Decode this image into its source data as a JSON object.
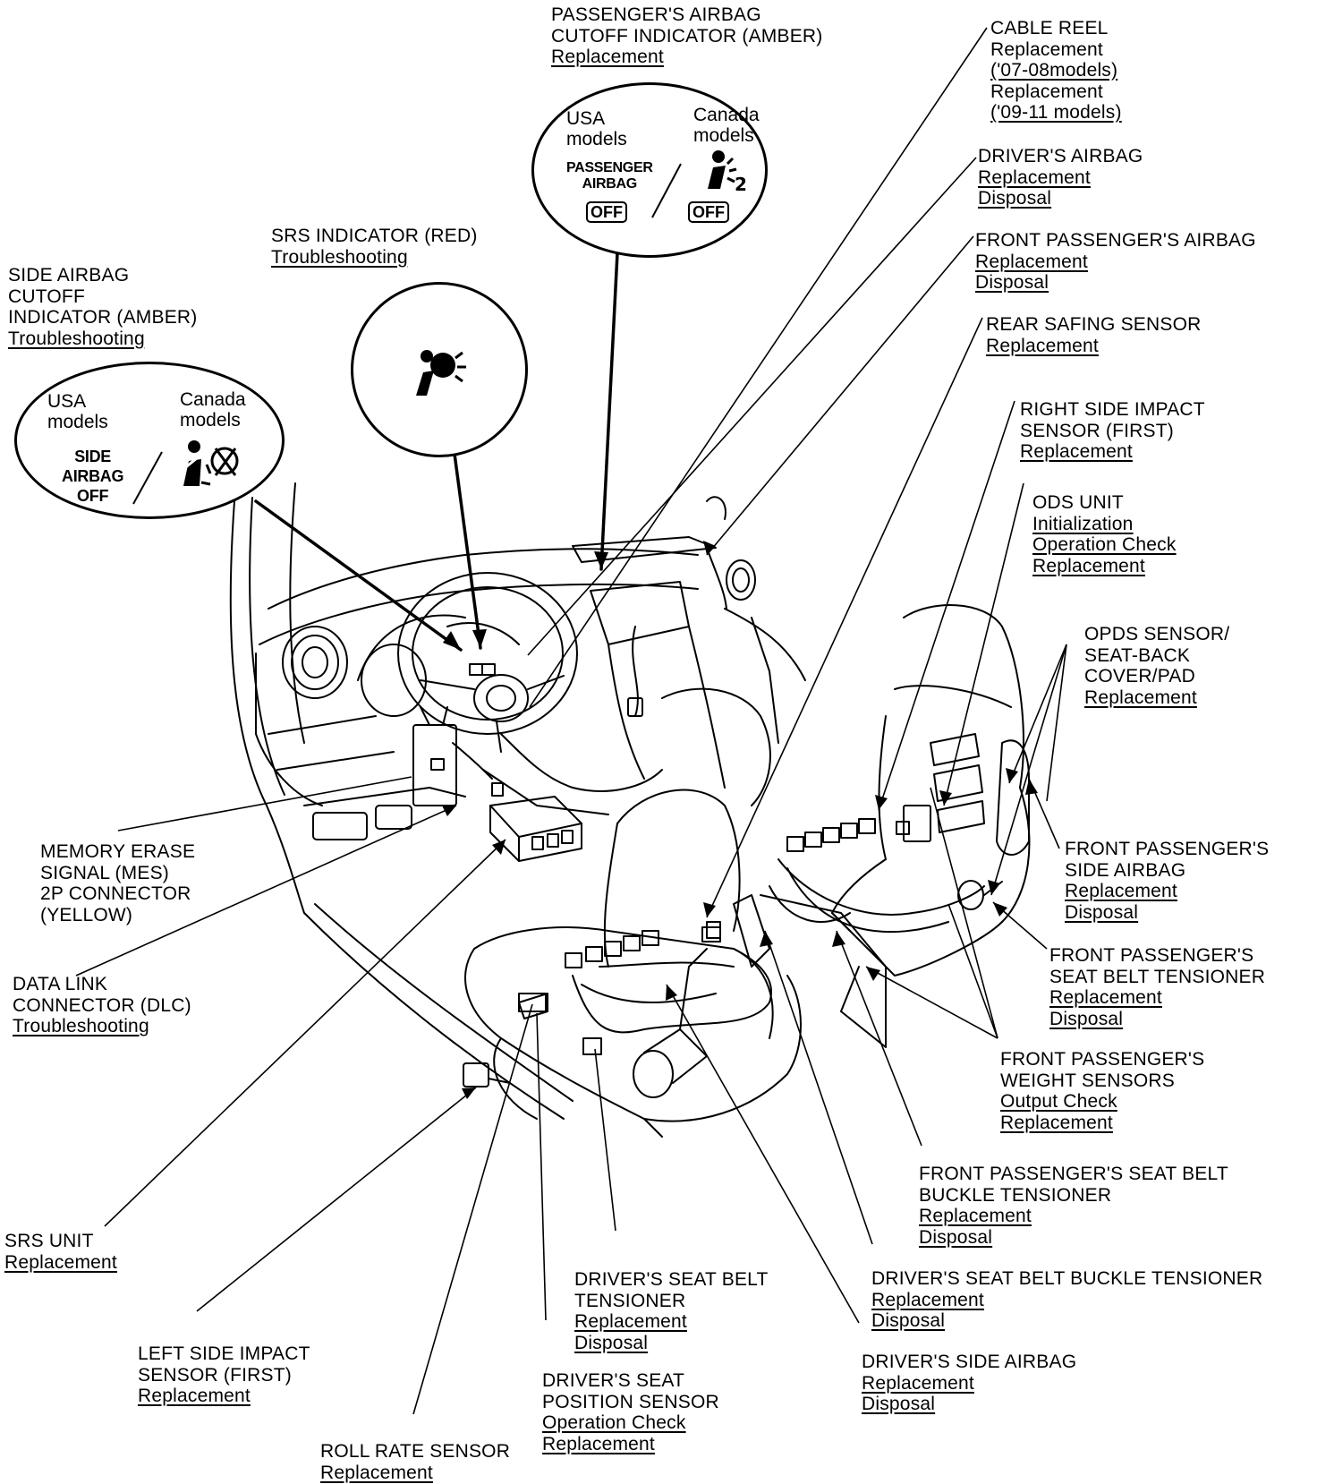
{
  "labels": {
    "passenger_airbag_cutoff_indicator": {
      "lines": [
        "PASSENGER'S AIRBAG",
        "CUTOFF INDICATOR (AMBER)"
      ],
      "links": [
        "Replacement"
      ]
    },
    "srs_indicator": {
      "lines": [
        "SRS INDICATOR (RED)"
      ],
      "links": [
        "Troubleshooting"
      ]
    },
    "side_airbag_cutoff_indicator": {
      "lines": [
        "SIDE AIRBAG",
        "CUTOFF",
        "INDICATOR (AMBER)"
      ],
      "links": [
        "Troubleshooting"
      ]
    },
    "cable_reel": {
      "lines": [
        "CABLE REEL"
      ],
      "links": [
        "Replacement",
        "('07-08models)",
        "Replacement",
        "('09-11 models)"
      ]
    },
    "drivers_airbag": {
      "lines": [
        "DRIVER'S AIRBAG"
      ],
      "links": [
        "Replacement",
        "Disposal"
      ]
    },
    "front_passengers_airbag": {
      "lines": [
        "FRONT PASSENGER'S AIRBAG"
      ],
      "links": [
        "Replacement",
        "Disposal"
      ]
    },
    "rear_safing_sensor": {
      "lines": [
        "REAR SAFING SENSOR"
      ],
      "links": [
        "Replacement"
      ]
    },
    "right_side_impact_sensor": {
      "lines": [
        "RIGHT SIDE IMPACT",
        "SENSOR (FIRST)"
      ],
      "links": [
        "Replacement"
      ]
    },
    "ods_unit": {
      "lines": [
        "ODS UNIT"
      ],
      "links": [
        "Initialization",
        "Operation Check",
        "Replacement"
      ]
    },
    "opds_sensor": {
      "lines": [
        "OPDS SENSOR/",
        "SEAT-BACK",
        "COVER/PAD"
      ],
      "links": [
        "Replacement"
      ]
    },
    "front_passengers_side_airbag": {
      "lines": [
        "FRONT PASSENGER'S",
        "SIDE AIRBAG"
      ],
      "links": [
        "Replacement",
        "Disposal"
      ]
    },
    "front_passengers_seat_belt_tensioner": {
      "lines": [
        "FRONT PASSENGER'S",
        "SEAT BELT TENSIONER"
      ],
      "links": [
        "Replacement",
        "Disposal"
      ]
    },
    "front_passengers_weight_sensors": {
      "lines": [
        "FRONT PASSENGER'S",
        "WEIGHT SENSORS"
      ],
      "links": [
        "Output Check",
        "Replacement"
      ]
    },
    "front_passengers_buckle_tensioner": {
      "lines": [
        "FRONT PASSENGER'S SEAT BELT",
        "BUCKLE TENSIONER"
      ],
      "links": [
        "Replacement",
        "Disposal"
      ]
    },
    "drivers_buckle_tensioner": {
      "lines": [
        "DRIVER'S SEAT BELT BUCKLE TENSIONER"
      ],
      "links": [
        "Replacement",
        "Disposal"
      ]
    },
    "drivers_side_airbag": {
      "lines": [
        "DRIVER'S SIDE AIRBAG"
      ],
      "links": [
        "Replacement",
        "Disposal"
      ]
    },
    "drivers_seat_belt_tensioner": {
      "lines": [
        "DRIVER'S SEAT BELT",
        "TENSIONER"
      ],
      "links": [
        "Replacement",
        "Disposal"
      ]
    },
    "drivers_seat_position_sensor": {
      "lines": [
        "DRIVER'S SEAT",
        "POSITION SENSOR"
      ],
      "links": [
        "Operation Check",
        "Replacement"
      ]
    },
    "roll_rate_sensor": {
      "lines": [
        "ROLL RATE SENSOR"
      ],
      "links": [
        "Replacement"
      ]
    },
    "left_side_impact_sensor": {
      "lines": [
        "LEFT SIDE IMPACT",
        "SENSOR (FIRST)"
      ],
      "links": [
        "Replacement"
      ]
    },
    "srs_unit": {
      "lines": [
        "SRS UNIT"
      ],
      "links": [
        "Replacement"
      ]
    },
    "data_link_connector": {
      "lines": [
        "DATA LINK",
        "CONNECTOR (DLC)"
      ],
      "links": [
        "Troubleshooting"
      ]
    },
    "memory_erase_signal": {
      "lines": [
        "MEMORY ERASE",
        "SIGNAL (MES)",
        "2P CONNECTOR",
        "(YELLOW)"
      ],
      "links": []
    }
  },
  "callouts": {
    "passenger_cutoff": {
      "usa": "USA\nmodels",
      "canada": "Canada\nmodels",
      "usa_text": "PASSENGER\nAIRBAG",
      "off": "OFF",
      "canada_off": "OFF",
      "canada_digit": "2"
    },
    "side_cutoff": {
      "usa": "USA\nmodels",
      "canada": "Canada\nmodels",
      "usa_text": "SIDE\nAIRBAG\nOFF"
    }
  }
}
